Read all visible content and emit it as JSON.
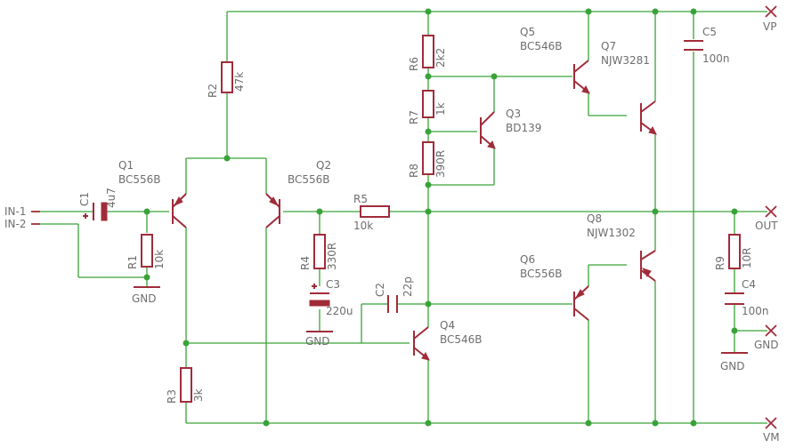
{
  "components": [
    {
      "ref": "R1",
      "value": "10k"
    },
    {
      "ref": "R2",
      "value": "47k"
    },
    {
      "ref": "R3",
      "value": "3k"
    },
    {
      "ref": "R4",
      "value": "330R"
    },
    {
      "ref": "R5",
      "value": "10k"
    },
    {
      "ref": "R6",
      "value": "2k2"
    },
    {
      "ref": "R7",
      "value": "1k"
    },
    {
      "ref": "R8",
      "value": "390R"
    },
    {
      "ref": "R9",
      "value": "10R"
    },
    {
      "ref": "C1",
      "value": "4u7"
    },
    {
      "ref": "C2",
      "value": "22p"
    },
    {
      "ref": "C3",
      "value": "220u"
    },
    {
      "ref": "C4",
      "value": "100n"
    },
    {
      "ref": "C5",
      "value": "100n"
    },
    {
      "ref": "Q1",
      "value": "BC556B"
    },
    {
      "ref": "Q2",
      "value": "BC556B"
    },
    {
      "ref": "Q3",
      "value": "BD139"
    },
    {
      "ref": "Q4",
      "value": "BC546B"
    },
    {
      "ref": "Q5",
      "value": "BC546B"
    },
    {
      "ref": "Q6",
      "value": "BC556B"
    },
    {
      "ref": "Q7",
      "value": "NJW3281"
    },
    {
      "ref": "Q8",
      "value": "NJW1302"
    }
  ],
  "ports": {
    "in1": "IN-1",
    "in2": "IN-2",
    "vp": "VP",
    "vm": "VM",
    "out": "OUT",
    "gnd": "GND"
  },
  "ground_symbols": [
    "GND",
    "GND",
    "GND"
  ],
  "colors": {
    "wire": "#39a339",
    "component": "#a02c3a",
    "text": "#6e6e6e"
  }
}
